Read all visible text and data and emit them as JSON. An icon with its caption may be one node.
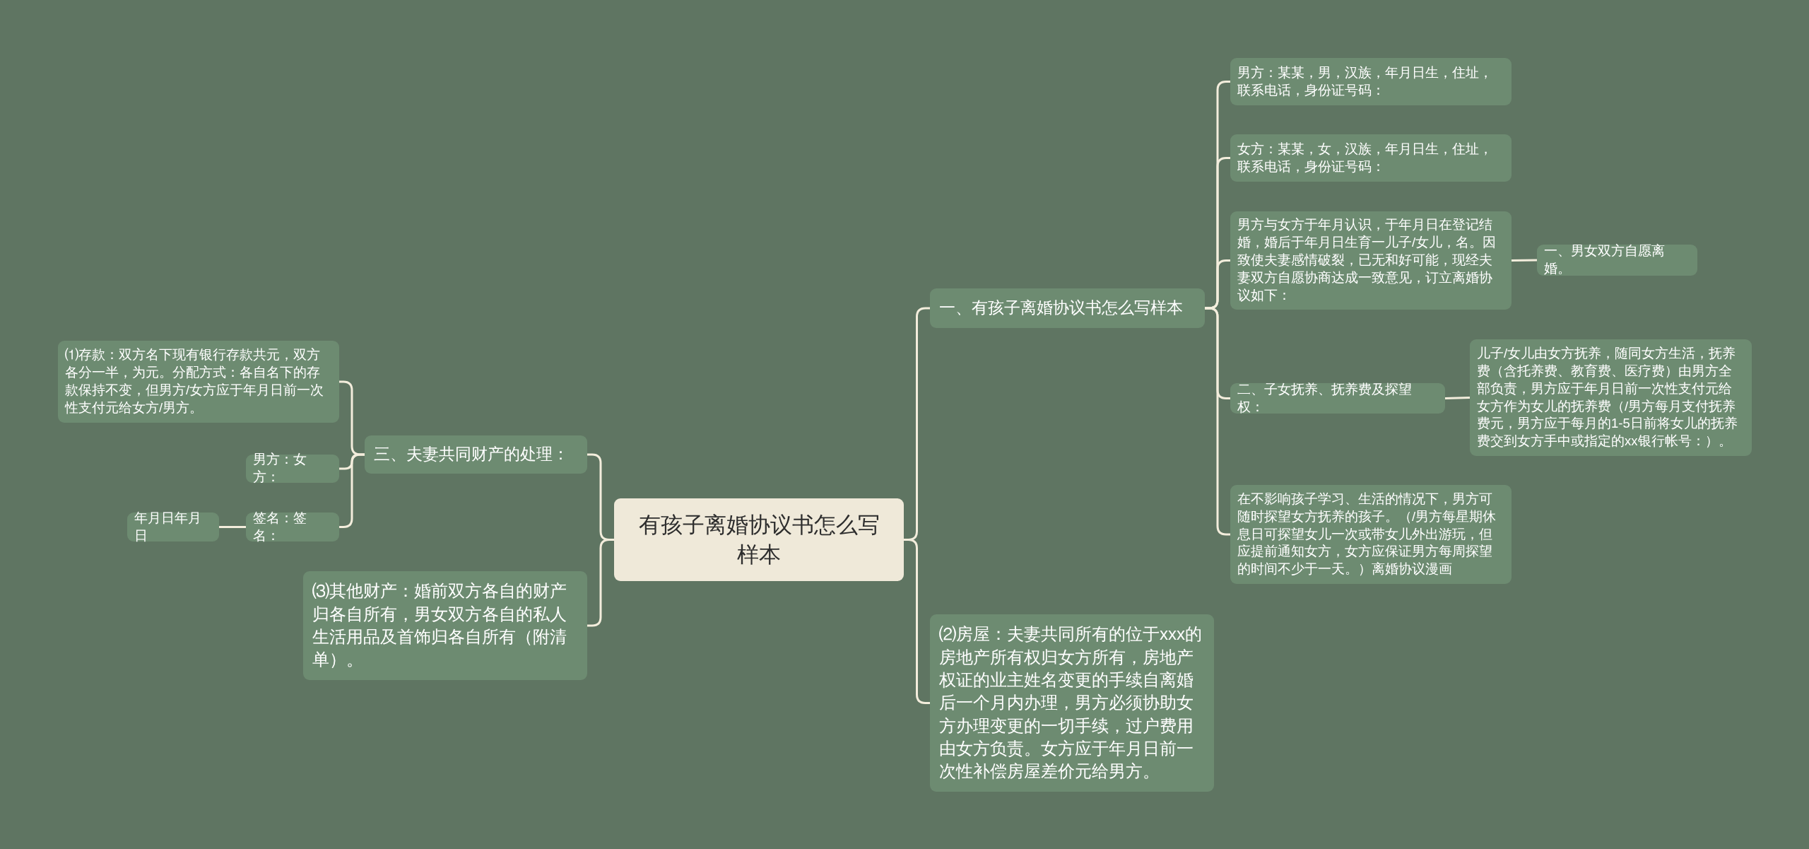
{
  "diagram": {
    "nodes": [
      {
        "text": [
          "有孩子离婚协议书怎么写样本"
        ]
      },
      {
        "text": [
          "一、有孩子离婚协议书怎么写样本"
        ]
      },
      {
        "text": [
          "男方：某某，男，汉族，年月日生，住址，联系电话，身份证号码："
        ]
      },
      {
        "text": [
          "女方：某某，女，汉族，年月日生，住址，联系电话，身份证号码："
        ]
      },
      {
        "text": [
          "男方与女方于年月认识，于年月日在登记结婚，婚后于年月日生育一儿子/女儿，名。因致使夫妻感情破裂，已无和好可能，现经夫妻双方自愿协商达成一致意见，订立离婚协议如下："
        ]
      },
      {
        "text": [
          "一、男女双方自愿离婚。"
        ]
      },
      {
        "text": [
          "二、子女抚养、抚养费及探望权："
        ]
      },
      {
        "text": [
          "儿子/女儿由女方抚养，随同女方生活，抚养费（含托养费、教育费、医疗费）由男方全部负责，男方应于年月日前一次性支付元给女方作为女儿的抚养费（/男方每月支付抚养费元，男方应于每月的1-5日前将女儿的抚养费交到女方手中或指定的xx银行帐号：）。"
        ]
      },
      {
        "text": [
          "在不影响孩子学习、生活的情况下，男方可随时探望女方抚养的孩子。（/男方每星期休息日可探望女儿一次或带女儿外出游玩，但应提前通知女方，女方应保证男方每周探望的时间不少于一天。）离婚协议漫画"
        ]
      },
      {
        "text": [
          "⑵房屋：夫妻共同所有的位于xxx的房地产所有权归女方所有，房地产权证的业主姓名变更的手续自离婚后一个月内办理，男方必须协助女方办理变更的一切手续，过户费用由女方负责。女方应于年月日前一次性补偿房屋差价元给男方。"
        ]
      },
      {
        "text": [
          "三、夫妻共同财产的处理："
        ]
      },
      {
        "text": [
          "⑴存款：双方名下现有银行存款共元，双方各分一半，为元。分配方式：各自名下的存款保持不变，但男方/女方应于年月日前一次性支付元给女方/男方。"
        ]
      },
      {
        "text": [
          "男方：女方："
        ]
      },
      {
        "text": [
          "签名：签名："
        ]
      },
      {
        "text": [
          "年月日年月日"
        ]
      },
      {
        "text": [
          "⑶其他财产：婚前双方各自的财产归各自所有，男女双方各自的私人生活用品及首饰归各自所有（附清单）。"
        ]
      }
    ],
    "edges": [
      {
        "from": 0,
        "to": 1,
        "arrow": "none"
      },
      {
        "from": 1,
        "to": 2,
        "arrow": "none"
      },
      {
        "from": 1,
        "to": 3,
        "arrow": "none"
      },
      {
        "from": 1,
        "to": 4,
        "arrow": "none"
      },
      {
        "from": 4,
        "to": 5,
        "arrow": "none"
      },
      {
        "from": 1,
        "to": 6,
        "arrow": "none"
      },
      {
        "from": 6,
        "to": 7,
        "arrow": "none"
      },
      {
        "from": 1,
        "to": 8,
        "arrow": "none"
      },
      {
        "from": 0,
        "to": 9,
        "arrow": "none"
      },
      {
        "from": 0,
        "to": 10,
        "arrow": "none"
      },
      {
        "from": 10,
        "to": 11,
        "arrow": "none"
      },
      {
        "from": 10,
        "to": 12,
        "arrow": "none"
      },
      {
        "from": 10,
        "to": 13,
        "arrow": "none"
      },
      {
        "from": 13,
        "to": 14,
        "arrow": "none"
      },
      {
        "from": 0,
        "to": 15,
        "arrow": "none"
      }
    ]
  }
}
